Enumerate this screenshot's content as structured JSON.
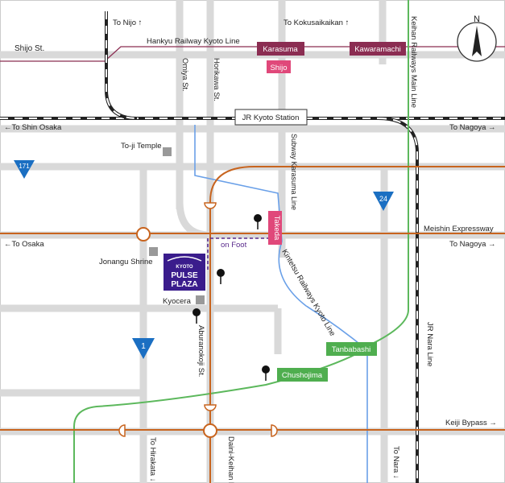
{
  "colors": {
    "road": "#d9d9d9",
    "jr_rail": "#222222",
    "orange_line": "#c8641e",
    "green_line": "#5cb85c",
    "blue_line": "#6aa0e8",
    "maroon_station": "#8b2d52",
    "pink_station": "#e0487a",
    "green_station": "#4fae4f",
    "route_sign": "#1b6fc2",
    "logo_purple": "#3a1c8c",
    "walk_path": "#5a2a8c"
  },
  "labels": {
    "to_nijo": "To Nijo",
    "to_kokusaikaikan": "To Kokusaikaikan",
    "shijo_st": "Shijo St.",
    "hankyu_line": "Hankyu Railway Kyoto Line",
    "keihan_main_line": "Keihan Railways Main Line",
    "omiya_st": "Omiya St.",
    "horikawa_st": "Horikawa St.",
    "jr_kyoto_station": "JR Kyoto Station",
    "to_shin_osaka": "To Shin Osaka",
    "to_nagoya_1": "To Nagoya",
    "to_ji_temple": "To-ji Temple",
    "subway_karasuma_line": "Subway Karasuma Line",
    "meishin_expressway": "Meishin Expressway",
    "to_osaka": "To Osaka",
    "to_nagoya_2": "To Nagoya",
    "on_foot": "on Foot",
    "jonangu_shrine": "Jonangu Shrine",
    "kyocera": "Kyocera",
    "kintetsu_line": "Kintetsu Railways Kyoto Line",
    "jr_nara_line": "JR Nara Line",
    "aburanokoji_st": "Aburanokoji St.",
    "keiji_bypass": "Keiji Bypass",
    "to_hirakata": "To Hirakata",
    "daini_keihan_road": "Daini-Keihan Road",
    "to_nara": "To Nara"
  },
  "stations": {
    "karasuma": "Karasuma",
    "kawaramachi": "Kawaramachi",
    "shijo": "Shijo",
    "takeda": "Takeda",
    "tanbabashi": "Tanbabashi",
    "chushojima": "Chushojima"
  },
  "route_signs": {
    "r171": "171",
    "r24": "24",
    "r1": "1"
  },
  "compass": {
    "north": "N"
  },
  "logo": {
    "line1": "KYOTO",
    "line2": "PULSE",
    "line3": "PLAZA"
  }
}
